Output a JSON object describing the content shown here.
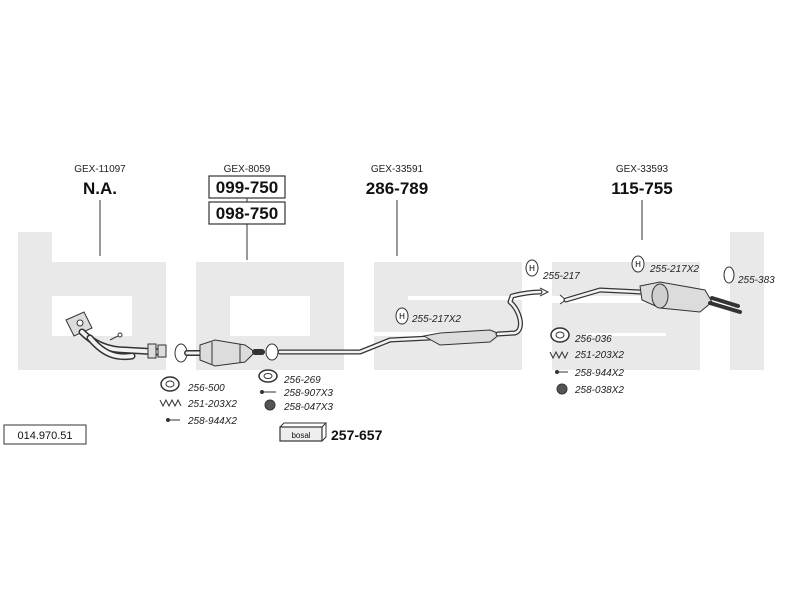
{
  "watermark": "bosal",
  "diagram_number": "014.970.51",
  "assemblies": [
    {
      "gex": "GEX-11097",
      "codes": [
        "N.A."
      ],
      "boxed": false
    },
    {
      "gex": "GEX-8059",
      "codes": [
        "099-750",
        "098-750"
      ],
      "boxed": true
    },
    {
      "gex": "GEX-33591",
      "codes": [
        "286-789"
      ],
      "boxed": false
    },
    {
      "gex": "GEX-33593",
      "codes": [
        "115-755"
      ],
      "boxed": false
    }
  ],
  "parts": {
    "p_255_217": "255-217",
    "p_255_217x2_rear": "255-217X2",
    "p_255_383": "255-383",
    "p_255_217x2_mid": "255-217X2",
    "p_256_036": "256-036",
    "p_251_203x2_right": "251-203X2",
    "p_258_944x2_right": "258-944X2",
    "p_258_038x2": "258-038X2",
    "p_256_500": "256-500",
    "p_251_203x2_left": "251-203X2",
    "p_258_944x2_left": "258-944X2",
    "p_256_269": "256-269",
    "p_258_907x3": "258-907X3",
    "p_258_047x3": "258-047X3"
  },
  "kit": {
    "brand": "bosal",
    "number": "257-657"
  }
}
